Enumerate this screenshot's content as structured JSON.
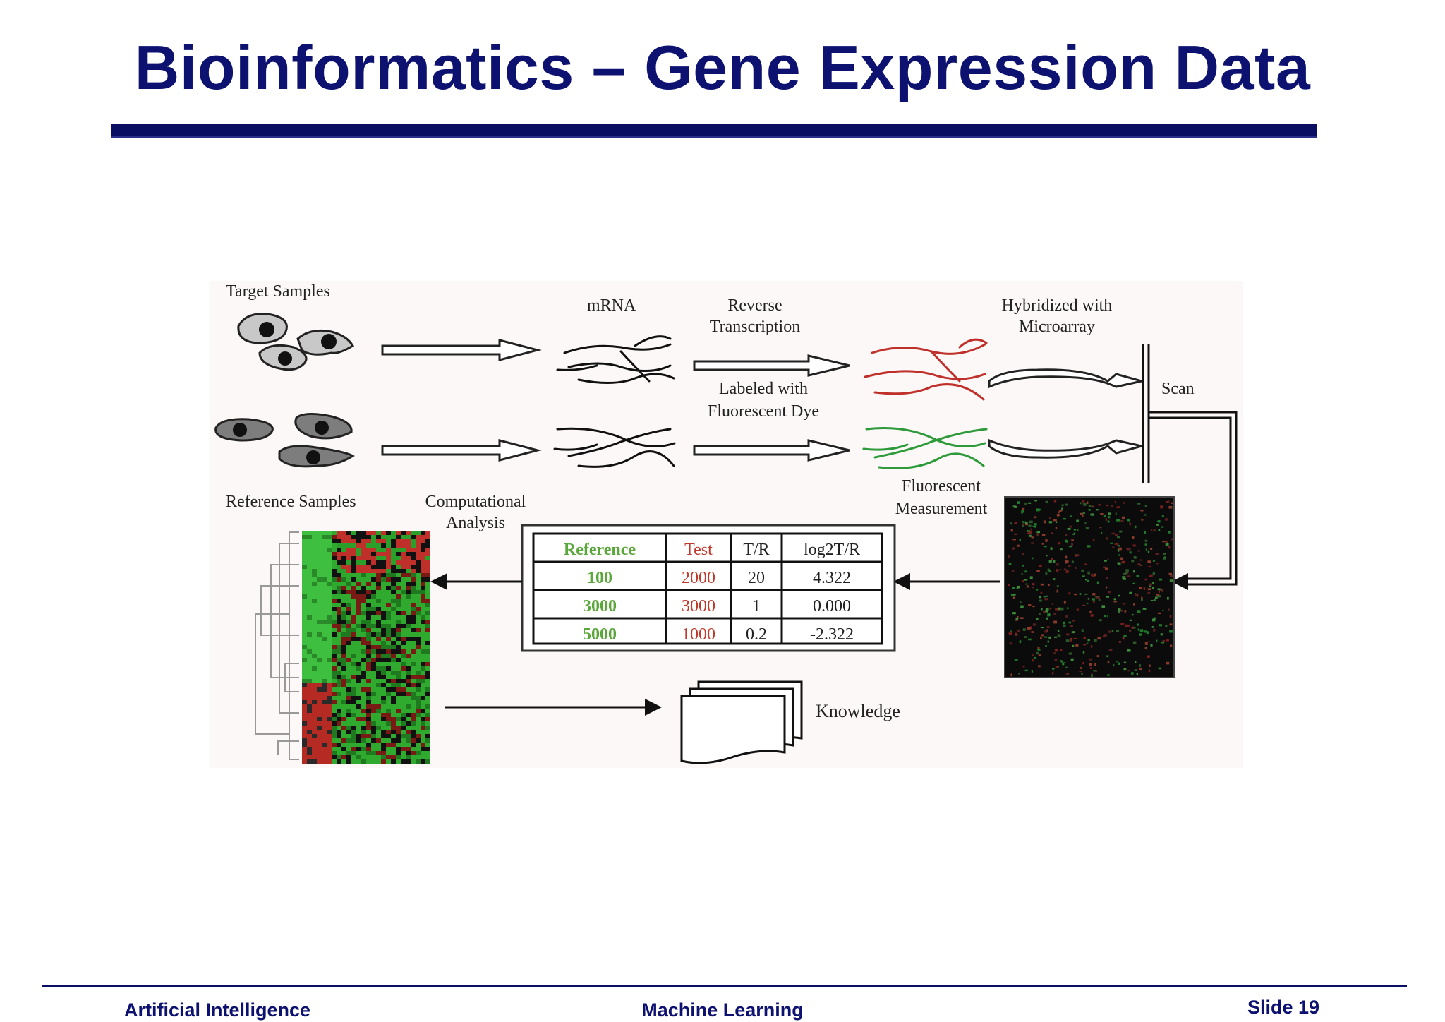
{
  "slide": {
    "title": "Bioinformatics – Gene Expression Data",
    "footer_left": "Artificial Intelligence",
    "footer_center": "Machine Learning",
    "footer_right": "Slide 19"
  },
  "diagram": {
    "labels": {
      "target_samples": "Target Samples",
      "mrna": "mRNA",
      "reverse_transcription_1": "Reverse",
      "reverse_transcription_2": "Transcription",
      "hybridized_1": "Hybridized with",
      "hybridized_2": "Microarray",
      "labeled_1": "Labeled with",
      "labeled_2": "Fluorescent Dye",
      "scan": "Scan",
      "reference_samples": "Reference Samples",
      "computational_1": "Computational",
      "computational_2": "Analysis",
      "fluorescent_1": "Fluorescent",
      "fluorescent_2": "Measurement",
      "knowledge": "Knowledge"
    },
    "table": {
      "headers": [
        "Reference",
        "Test",
        "T/R",
        "log2T/R"
      ],
      "rows": [
        [
          "100",
          "2000",
          "20",
          "4.322"
        ],
        [
          "3000",
          "3000",
          "1",
          "0.000"
        ],
        [
          "5000",
          "1000",
          "0.2",
          "-2.322"
        ]
      ]
    },
    "colors": {
      "reference_green": "#5aa83a",
      "test_red": "#c0392b",
      "title_navy": "#0d1170",
      "dye_red": "#c0302a",
      "dye_green": "#2e9a3a"
    }
  }
}
